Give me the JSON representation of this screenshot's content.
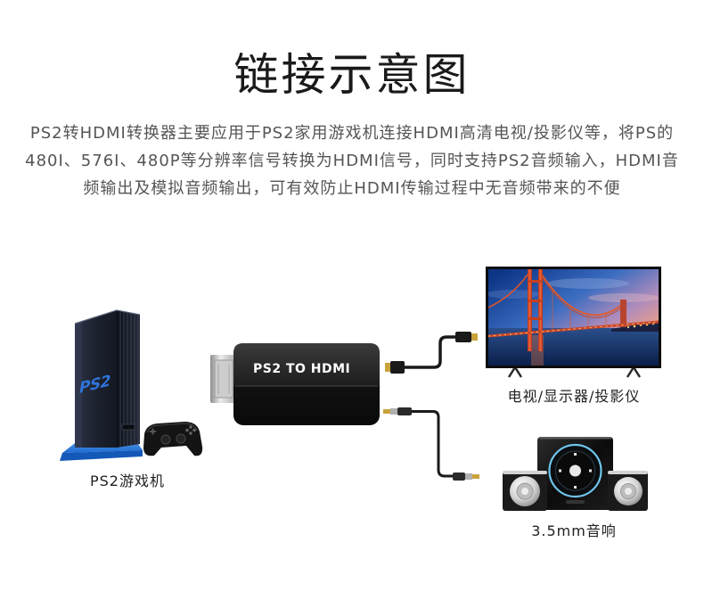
{
  "page": {
    "title": "链接示意图"
  },
  "description": {
    "line1": "PS2转HDMI转换器主要应用于PS2家用游戏机连接HDMI高清电视/投影仪等，将PS的",
    "line2": "480I、576I、480P等分辨率信号转换为HDMI信号，同时支持PS2音频输入，HDMI音",
    "line3": "频输出及模拟音频输出，可有效防止HDMI传输过程中无音频带来的不便"
  },
  "diagram": {
    "console": {
      "label": "PS2游戏机",
      "logo_text": "PS2",
      "icon": "ps2-console-icon"
    },
    "adapter": {
      "label": "PS2 TO HDMI",
      "icon": "hdmi-adapter-icon"
    },
    "tv": {
      "label": "电视/显示器/投影仪",
      "icon": "tv-icon"
    },
    "speaker": {
      "label": "3.5mm音响",
      "icon": "speaker-icon"
    }
  },
  "colors": {
    "background": "#ffffff",
    "title": "#1a1a1a",
    "description": "#555555",
    "label": "#222222",
    "console_logo_blue": "#2e74d8",
    "stand_blue": "#1e6ad0",
    "cable": "#1a1a1a",
    "connector_gold": "#c9a23a",
    "speaker_ring": "#6fc4ec"
  }
}
